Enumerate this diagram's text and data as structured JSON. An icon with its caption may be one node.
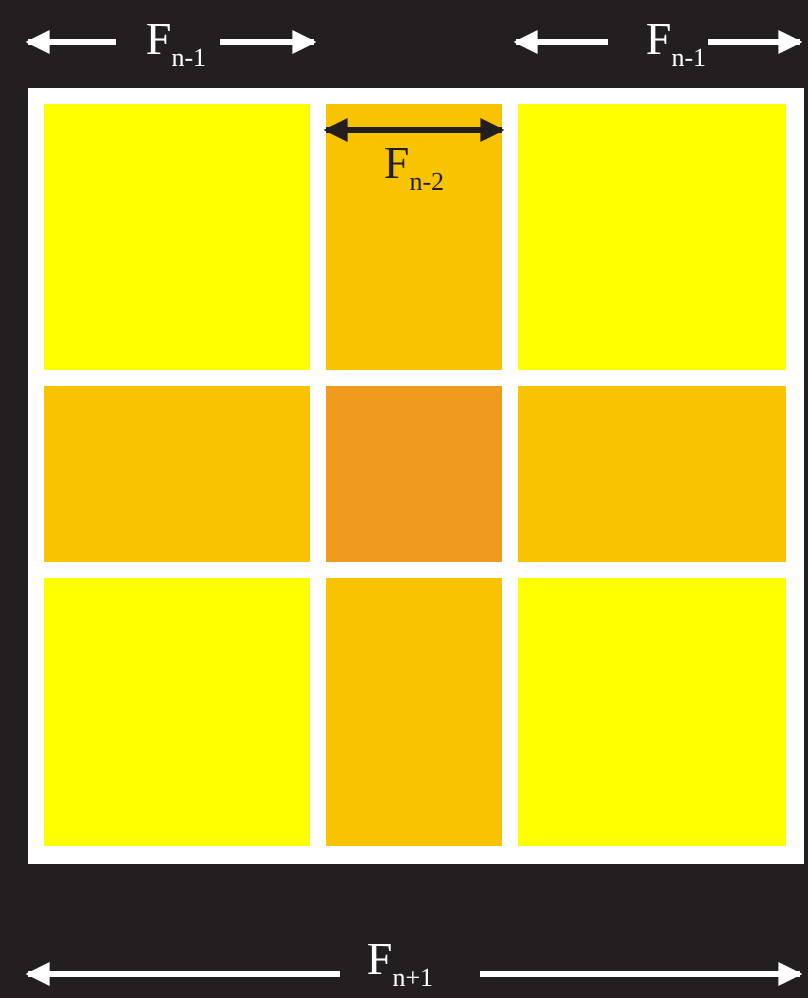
{
  "diagram": {
    "labels": [
      "F$_{n-1}$",
      "F$_{n-1}$",
      "F$_{n-2}$",
      "F$_{n+1}$"
    ]
  }
}
